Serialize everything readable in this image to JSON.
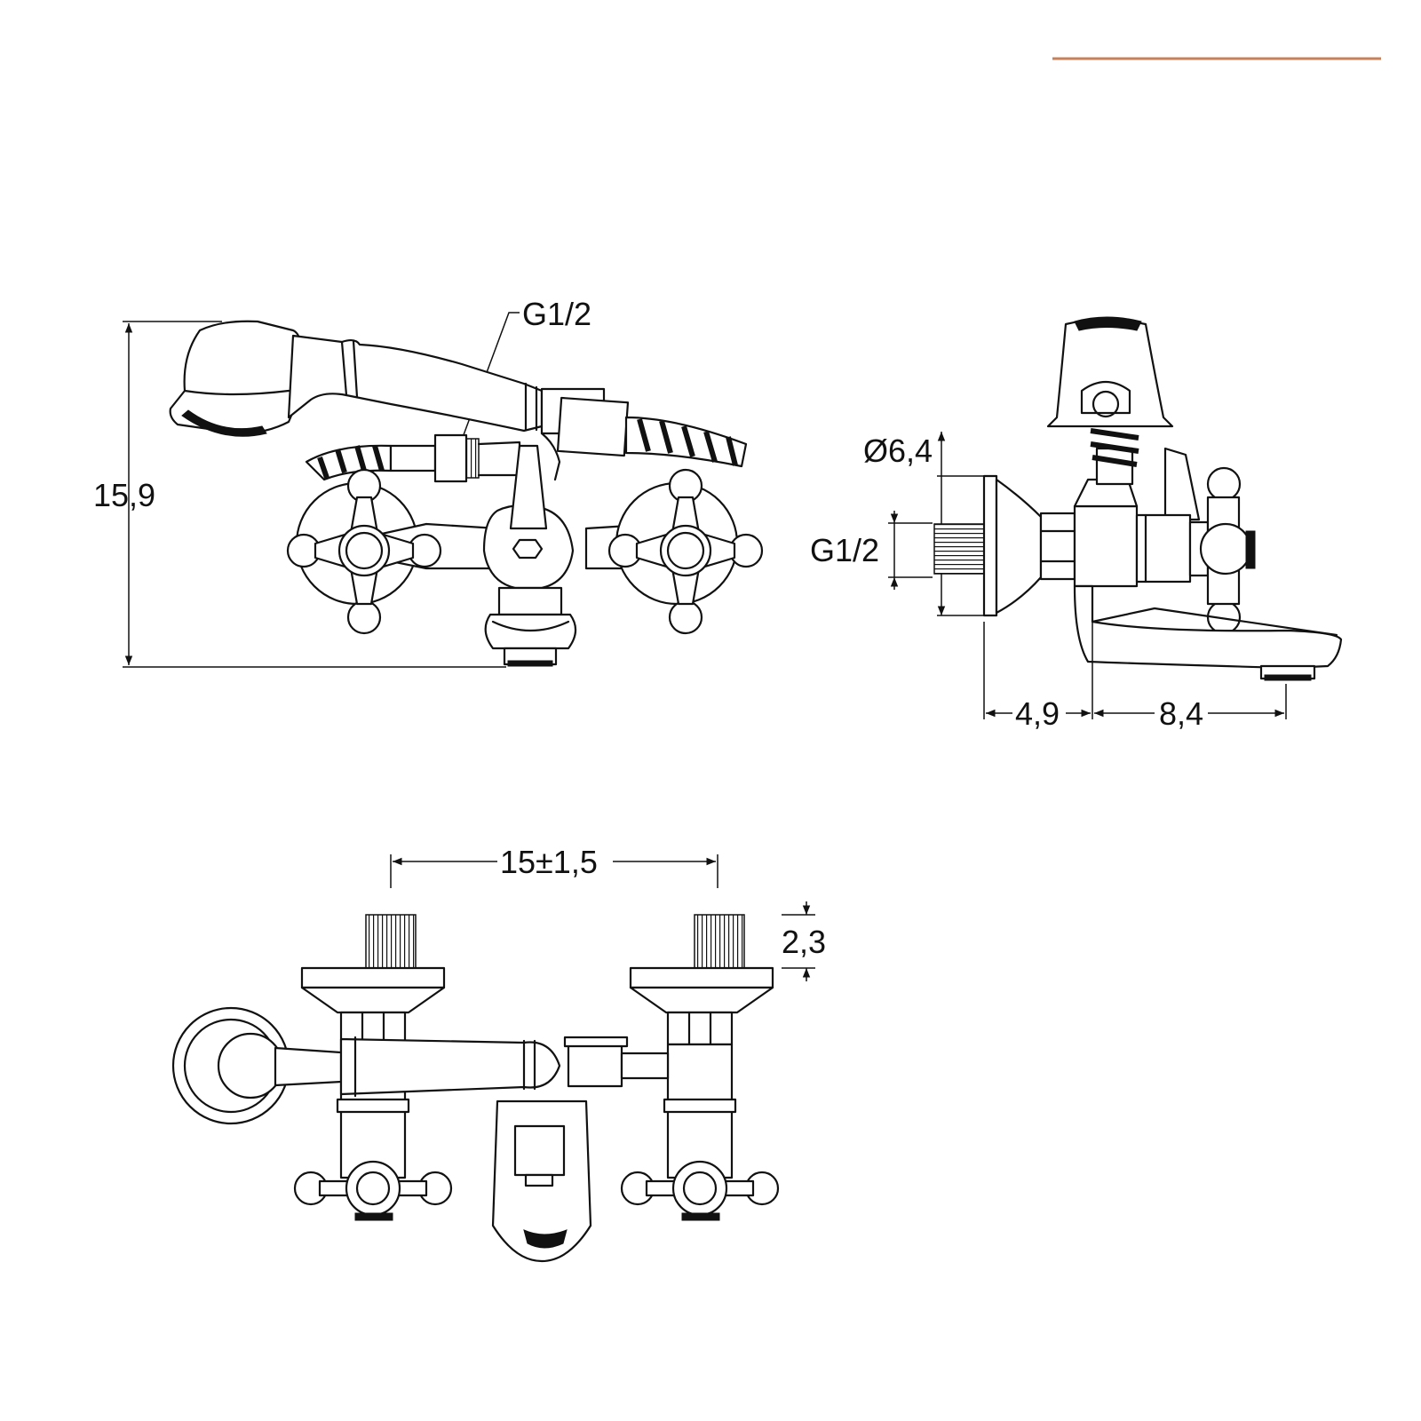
{
  "accent_color": "#c8805a",
  "line_color": "#111111",
  "front_view": {
    "height_label": "15,9",
    "thread_label": "G1/2"
  },
  "side_view": {
    "diameter_label": "Ø6,4",
    "thread_label": "G1/2",
    "depth_label": "4,9",
    "spout_label": "8,4"
  },
  "top_view": {
    "spacing_label": "15±1,5",
    "thread_length_label": "2,3"
  }
}
